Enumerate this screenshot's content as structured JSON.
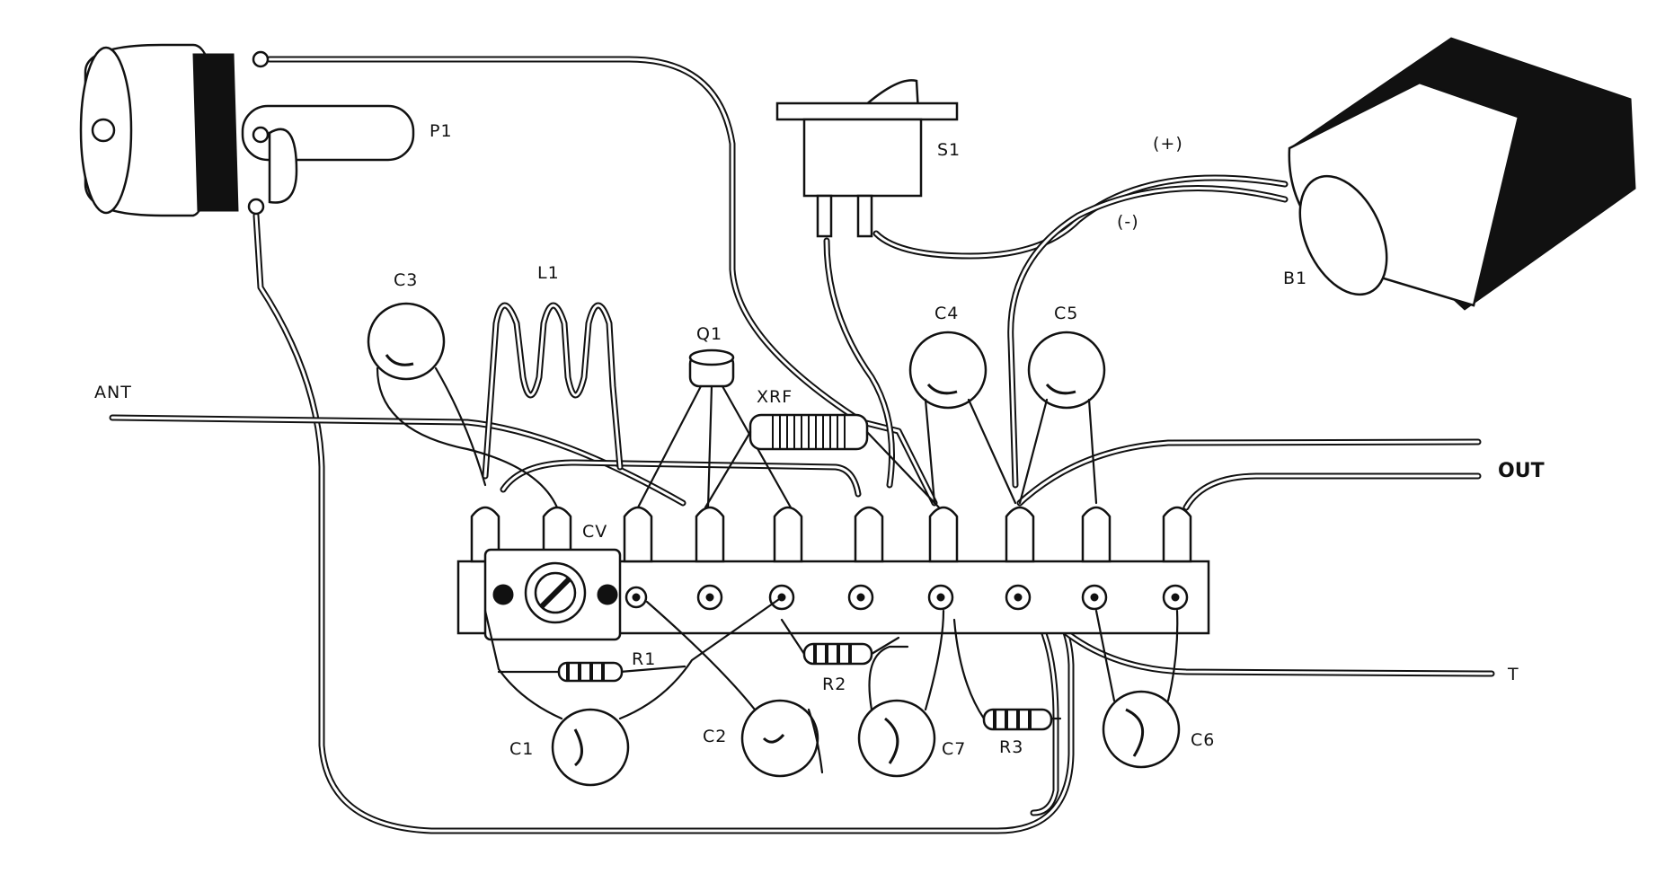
{
  "labels": {
    "p1": "P1",
    "s1": "S1",
    "b1": "B1",
    "bat_plus": "(+)",
    "bat_minus": "(-)",
    "l1": "L1",
    "q1": "Q1",
    "xrf": "XRF",
    "c1": "C1",
    "c2": "C2",
    "c3": "C3",
    "c4": "C4",
    "c5": "C5",
    "c6": "C6",
    "c7": "C7",
    "cv": "CV",
    "r1": "R1",
    "r2": "R2",
    "r3": "R3",
    "ant": "ANT",
    "out": "OUT",
    "t": "T"
  },
  "colors": {
    "ink": "#111111",
    "paper": "#ffffff"
  }
}
